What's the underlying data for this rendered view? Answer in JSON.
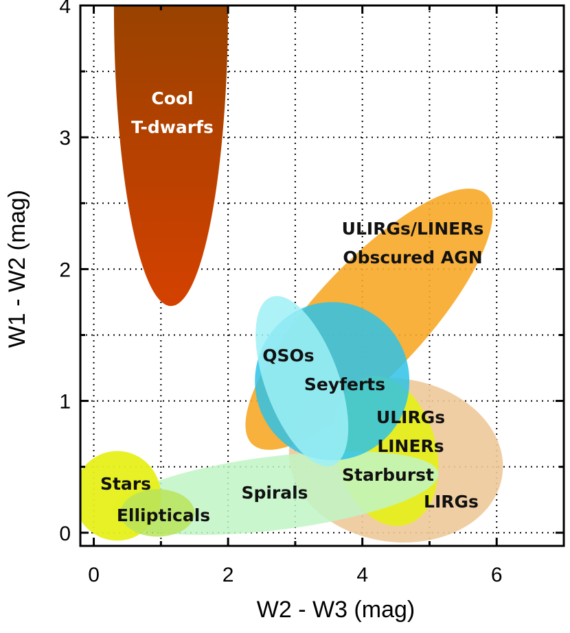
{
  "chart_data": {
    "type": "scatter",
    "title": "",
    "xlabel": "W2 - W3 (mag)",
    "ylabel": "W1 - W2 (mag)",
    "xlim": [
      -0.2,
      7.0
    ],
    "ylim": [
      -0.1,
      4.0
    ],
    "xticks": [
      "0",
      "2",
      "4",
      "6"
    ],
    "yticks": [
      "0",
      "1",
      "2",
      "3",
      "4"
    ],
    "grid": true,
    "regions": [
      {
        "name": "LIRGs",
        "label": "LIRGs",
        "color": "#eec99a",
        "opacity": 0.9,
        "center": [
          4.5,
          0.55
        ],
        "rx": 1.6,
        "ry": 0.62,
        "rotate": -8
      },
      {
        "name": "ULIRGs/LINERs Obscured AGN",
        "label": "ULIRGs/LINERs\nObscured AGN",
        "color": "#f7a827",
        "opacity": 0.9,
        "center": [
          4.1,
          1.62
        ],
        "rx": 2.55,
        "ry": 0.42,
        "rotate": 47
      },
      {
        "name": "ULIRGs LINERs Starburst",
        "label": "ULIRGs\nLINERs\nStarburst",
        "color": "#e6f01a",
        "opacity": 0.92,
        "center": [
          4.35,
          0.62
        ],
        "rx": 0.75,
        "ry": 0.58,
        "rotate": 15
      },
      {
        "name": "Spirals",
        "label": "Spirals",
        "color": "#bff4c4",
        "opacity": 0.85,
        "center": [
          2.7,
          0.3
        ],
        "rx": 2.45,
        "ry": 0.28,
        "rotate": 7
      },
      {
        "name": "Stars",
        "label": "Stars",
        "color": "#e6f01a",
        "opacity": 0.95,
        "center": [
          0.35,
          0.28
        ],
        "rx": 0.65,
        "ry": 0.34,
        "rotate": 0
      },
      {
        "name": "Ellipticals",
        "label": "Ellipticals",
        "color": "#b9e45a",
        "opacity": 0.85,
        "center": [
          0.95,
          0.15
        ],
        "rx": 0.55,
        "ry": 0.18,
        "rotate": 0
      },
      {
        "name": "Seyferts",
        "label": "Seyferts",
        "color": "#2fc2e6",
        "opacity": 0.85,
        "center": [
          3.55,
          1.15
        ],
        "rx": 1.15,
        "ry": 0.6,
        "rotate": 0
      },
      {
        "name": "QSOs",
        "label": "QSOs",
        "color": "#9ef0f6",
        "opacity": 0.85,
        "center": [
          3.1,
          1.15
        ],
        "rx": 0.55,
        "ry": 0.68,
        "rotate": 20
      },
      {
        "name": "Cool T-dwarfs",
        "label": "Cool\nT-dwarfs",
        "color": "#6a3e00",
        "opacity": 1.0,
        "center": [
          1.15,
          4.0
        ],
        "rx": 0.85,
        "ry": 2.28,
        "rotate": 0,
        "gradient": [
          "#5e4200",
          "#d44100"
        ]
      }
    ]
  }
}
